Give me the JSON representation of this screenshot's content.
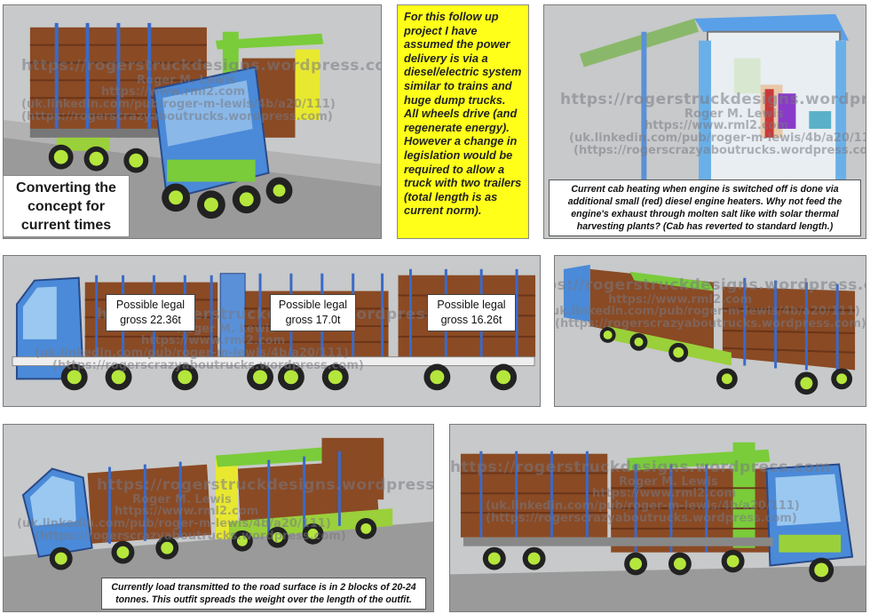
{
  "note": {
    "text": "For this follow up project I have assumed the power delivery is via a diesel/electric system similar to trains and huge dump trucks. All wheels drive (and regenerate energy). However a change in legislation would be required to allow a truck with two trailers (total length is as current norm)."
  },
  "title": {
    "text": "Converting the concept for current times"
  },
  "captions": {
    "cab_heating": "Current cab heating when engine is switched off is done via additional small (red) diesel engine heaters. Why not feed the engine's exhaust through molten salt like with solar thermal harvesting plants? (Cab has reverted to standard length.)",
    "load": "Currently load transmitted to the road surface is in 2 blocks of 20-24 tonnes. This outfit spreads the weight over the length of the outfit."
  },
  "gross_labels": {
    "truck_line1": "Possible legal",
    "truck_line2": "gross 22.36t",
    "trailer1_line1": "Possible legal",
    "trailer1_line2": "gross 17.0t",
    "trailer2_line1": "Possible legal",
    "trailer2_line2": "gross 16.26t"
  },
  "watermark": {
    "site": "https://rogerstruckdesigns.wordpress.com",
    "name": "Roger M. Lewis",
    "rml": "https://www.rml2.com",
    "linkedin": "(uk.linkedin.com/pub/roger-m-lewis/4b/a20/111)",
    "blog": "(https://rogerscrazyaboutrucks.wordpress.com)"
  },
  "colors": {
    "panel_bg": "#c7c9ca",
    "note_bg": "#ffff1a",
    "cab_blue": "#4a8ad8",
    "logs_brown": "#8a4a24",
    "wheel_green": "#b4e63c",
    "crane_yellow": "#e8e830",
    "crane_green": "#7acc3a"
  }
}
